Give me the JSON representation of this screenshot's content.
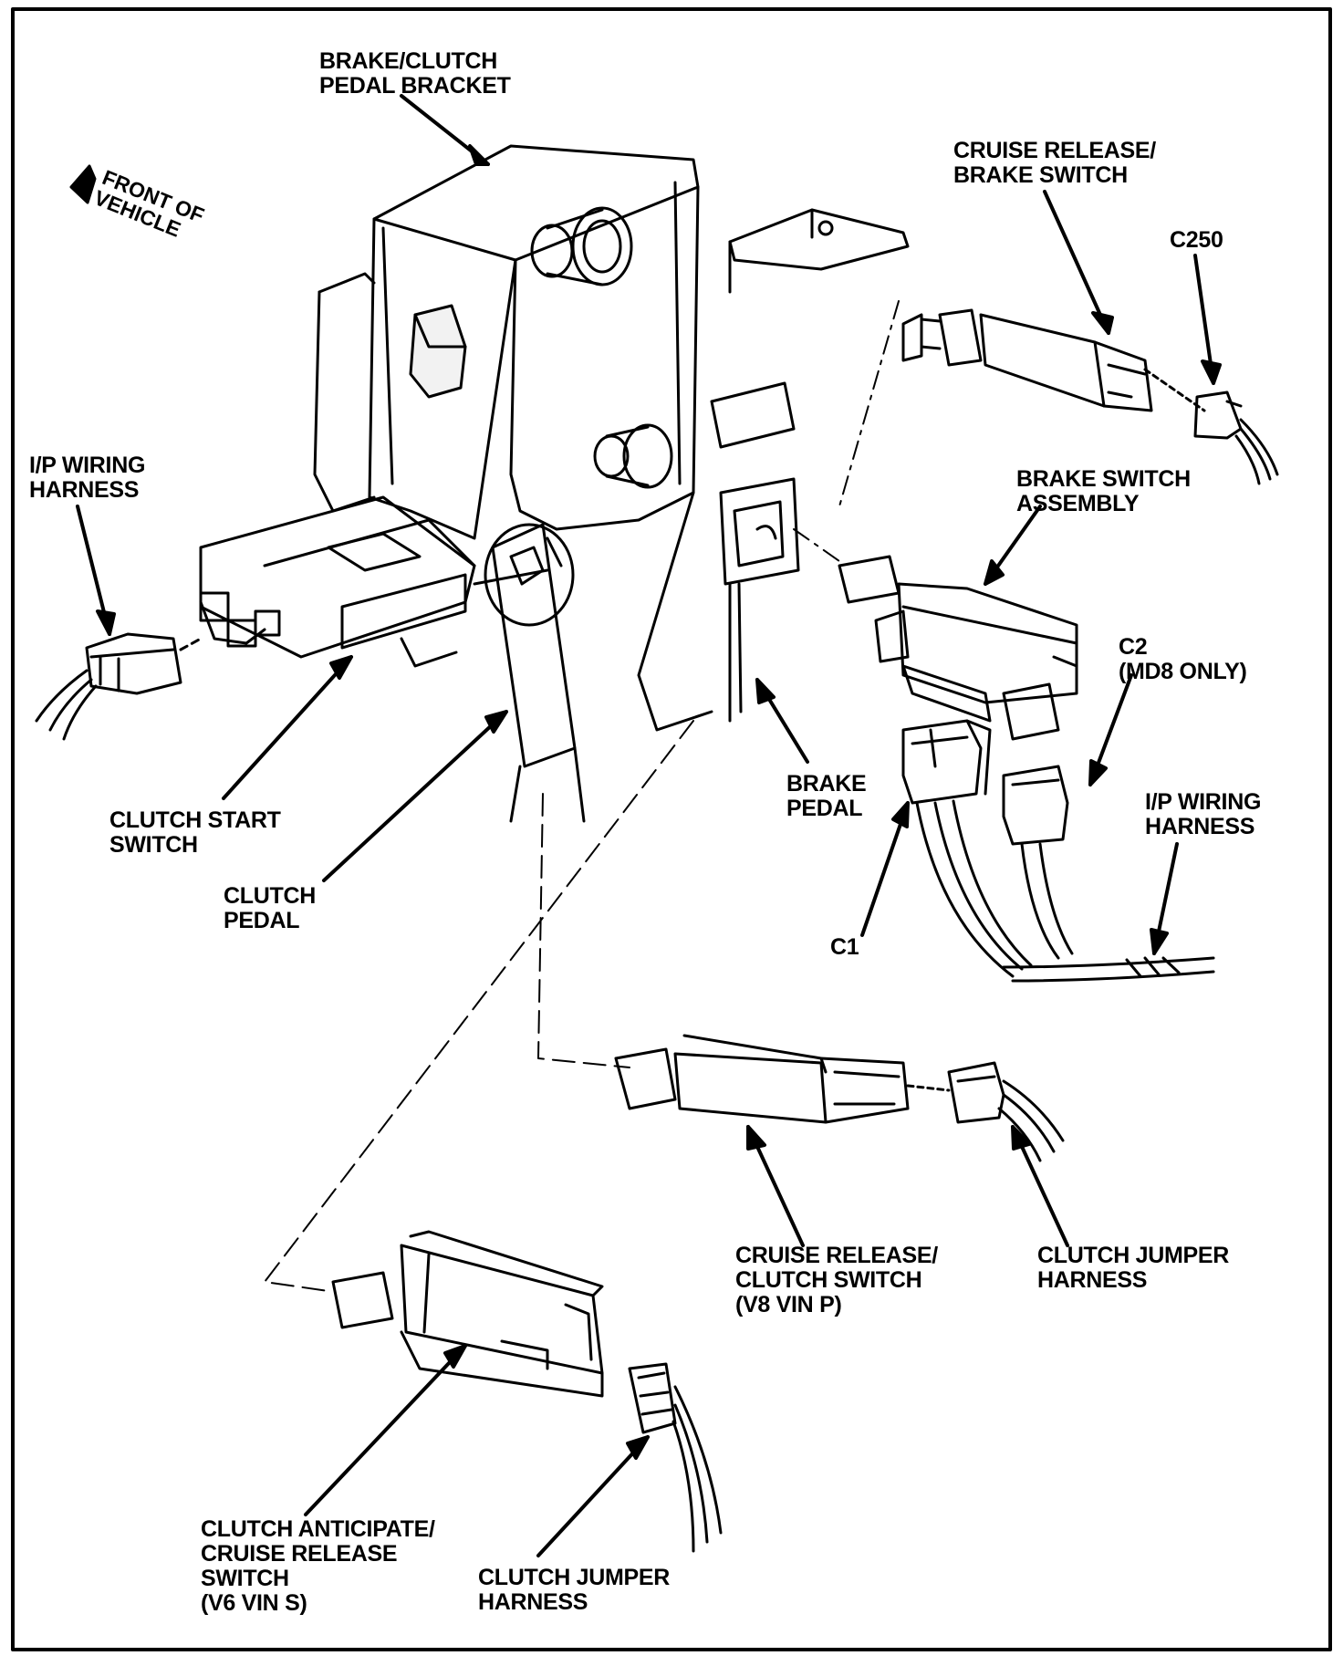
{
  "diagram": {
    "front_indicator": [
      "FRONT OF",
      "VEHICLE"
    ],
    "labels": {
      "pedal_bracket": [
        "BRAKE/CLUTCH",
        "PEDAL BRACKET"
      ],
      "cruise_brake_switch": [
        "CRUISE RELEASE/",
        "BRAKE SWITCH"
      ],
      "c250": [
        "C250"
      ],
      "ip_harness_left": [
        "I/P WIRING",
        "HARNESS"
      ],
      "brake_switch_assembly": [
        "BRAKE SWITCH",
        "ASSEMBLY"
      ],
      "c2": [
        "C2",
        "(MD8 ONLY)"
      ],
      "ip_harness_right": [
        "I/P WIRING",
        "HARNESS"
      ],
      "brake_pedal": [
        "BRAKE",
        "PEDAL"
      ],
      "clutch_start_switch": [
        "CLUTCH START",
        "SWITCH"
      ],
      "clutch_pedal": [
        "CLUTCH",
        "PEDAL"
      ],
      "c1": [
        "C1"
      ],
      "cruise_clutch_switch": [
        "CRUISE RELEASE/",
        "CLUTCH SWITCH",
        "(V8  VIN P)"
      ],
      "clutch_jumper_right": [
        "CLUTCH JUMPER",
        "HARNESS"
      ],
      "clutch_anticipate": [
        "CLUTCH ANTICIPATE/",
        "CRUISE RELEASE",
        "SWITCH",
        "(V6  VIN S)"
      ],
      "clutch_jumper_bottom": [
        "CLUTCH JUMPER",
        "HARNESS"
      ]
    }
  }
}
